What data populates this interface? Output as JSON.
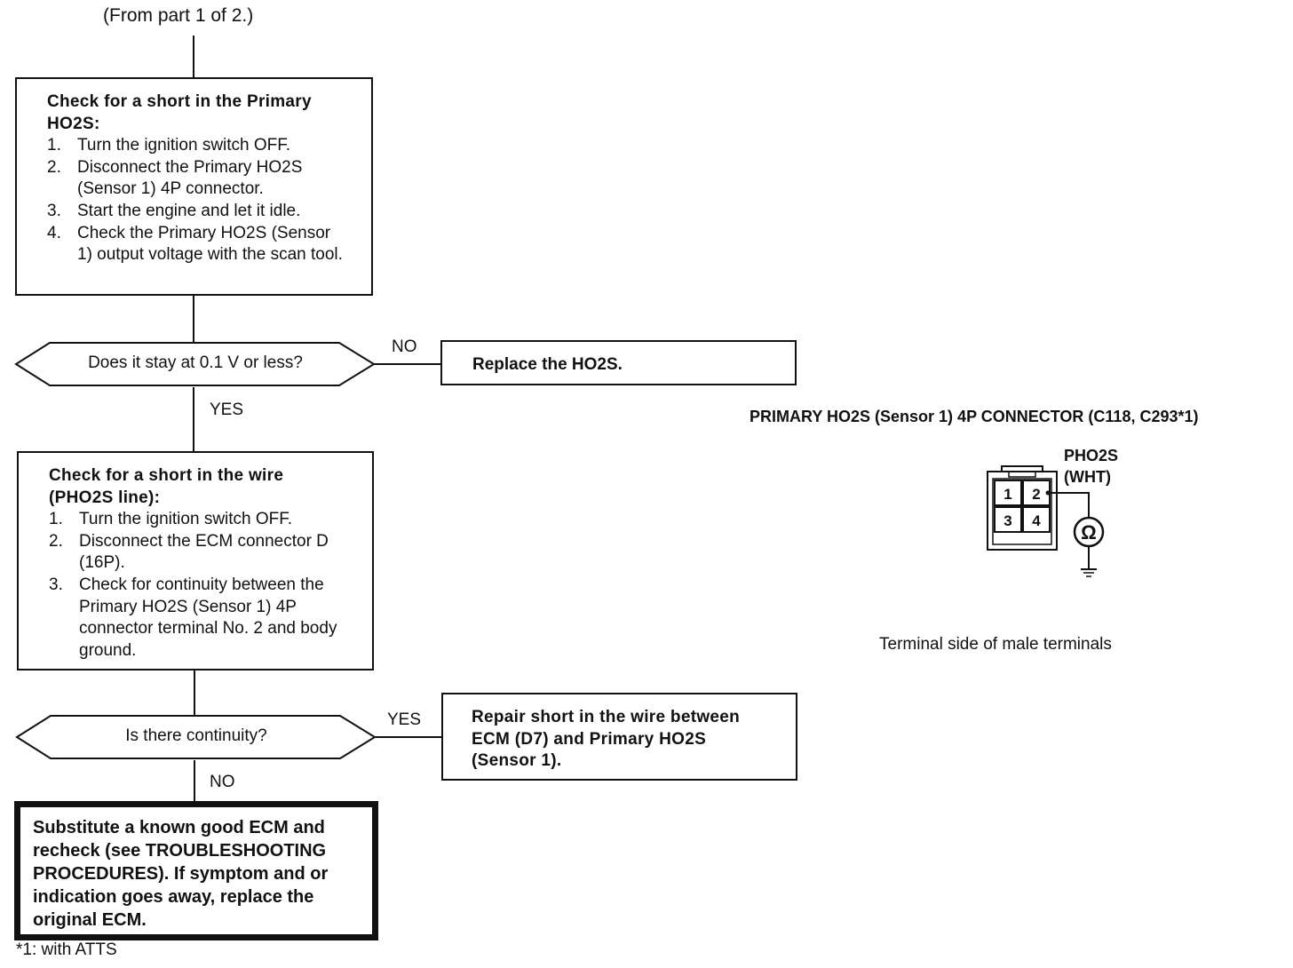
{
  "from_part": "(From part 1 of 2.)",
  "box1": {
    "title": "Check for a short in the Primary HO2S:",
    "steps": [
      {
        "num": "1.",
        "text": "Turn the ignition switch OFF."
      },
      {
        "num": "2.",
        "text": "Disconnect the Primary HO2S (Sensor 1) 4P connector."
      },
      {
        "num": "3.",
        "text": "Start the engine and let it idle."
      },
      {
        "num": "4.",
        "text": "Check the Primary HO2S (Sensor 1) output voltage with the scan tool."
      }
    ]
  },
  "decision1": {
    "question": "Does it stay at 0.1 V or less?",
    "no_label": "NO",
    "yes_label": "YES",
    "no_action": "Replace the HO2S."
  },
  "box2": {
    "title": "Check for a short in the wire (PHO2S line):",
    "steps": [
      {
        "num": "1.",
        "text": "Turn the ignition switch OFF."
      },
      {
        "num": "2.",
        "text": "Disconnect the ECM connector D (16P)."
      },
      {
        "num": "3.",
        "text": "Check for continuity between the Primary HO2S (Sensor 1) 4P connector terminal No. 2 and body ground."
      }
    ]
  },
  "decision2": {
    "question": "Is there continuity?",
    "yes_label": "YES",
    "no_label": "NO",
    "yes_action": "Repair short in the wire between ECM (D7) and Primary HO2S (Sensor 1)."
  },
  "final_box": "Substitute a known good ECM and recheck (see TROUBLESHOOTING PROCEDURES). If symptom and or indication goes away, replace the original ECM.",
  "footnote": "*1: with ATTS",
  "connector": {
    "title": "PRIMARY HO2S (Sensor 1) 4P CONNECTOR (C118, C293*1)",
    "wire_name": "PHO2S",
    "wire_color": "(WHT)",
    "terminals": [
      "1",
      "2",
      "3",
      "4"
    ],
    "meter_symbol": "Ω",
    "caption": "Terminal side of male terminals"
  }
}
